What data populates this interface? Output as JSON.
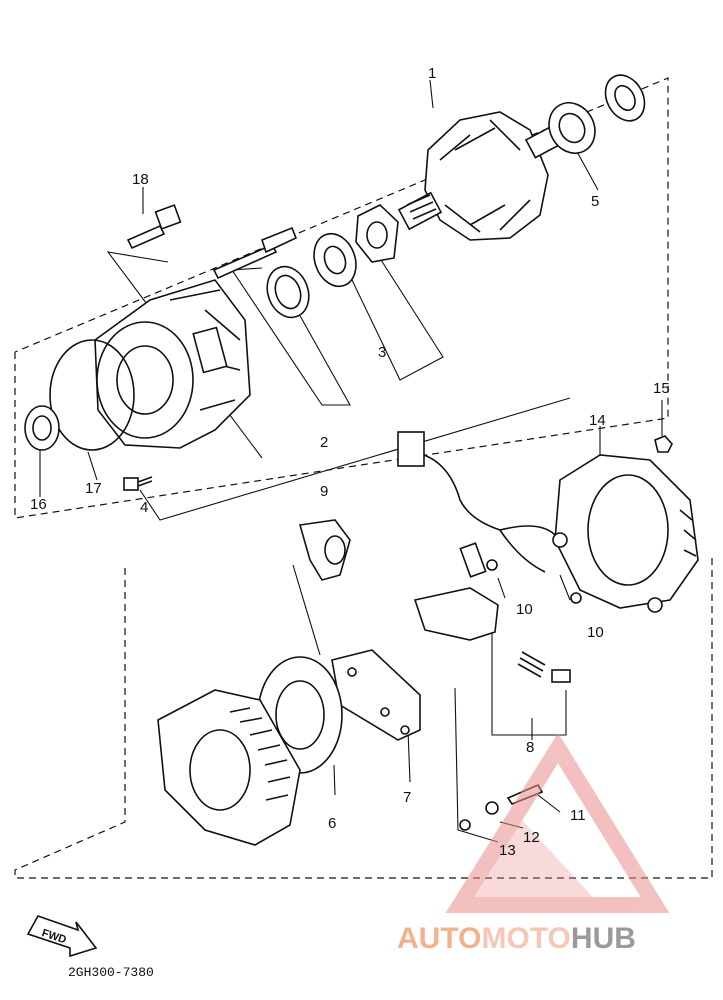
{
  "callouts": {
    "c1": "1",
    "c2": "2",
    "c3": "3",
    "c4": "4",
    "c5": "5",
    "c6": "6",
    "c7": "7",
    "c8": "8",
    "c9": "9",
    "c10a": "10",
    "c10b": "10",
    "c11": "11",
    "c12": "12",
    "c13": "13",
    "c14": "14",
    "c15": "15",
    "c16": "16",
    "c17": "17",
    "c18": "18"
  },
  "direction_label": "FWD",
  "diagram_code": "2GH300-7380",
  "watermark": {
    "part1": "AUTO",
    "part2": "MOTO",
    "part3": "HUB"
  },
  "colors": {
    "ink": "#111111",
    "watermark_red": "#e8908c",
    "watermark_orange": "#f2b38c",
    "watermark_gray": "#9a9a9a"
  }
}
